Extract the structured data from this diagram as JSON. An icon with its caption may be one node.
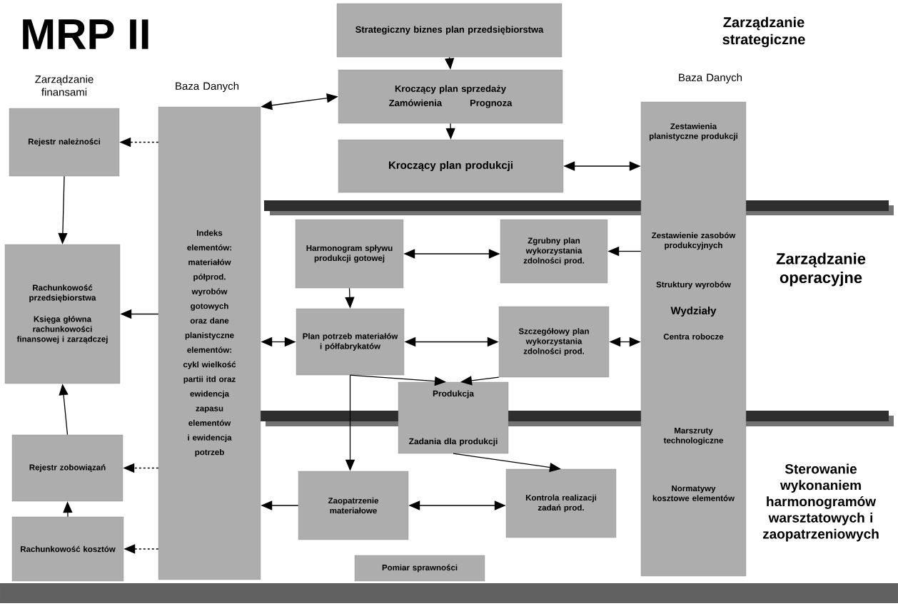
{
  "diagram": {
    "title": "MRP II",
    "nodes": [
      {
        "text": [
          "Strategiczny biznes plan przedsiębiorstwa"
        ]
      },
      {
        "text": [
          "Kroczący plan sprzedaży",
          "Zamówienia",
          "Prognoza"
        ]
      },
      {
        "text": [
          "Kroczący plan produkcji"
        ]
      },
      {
        "text": [
          "Rejestr należności"
        ]
      },
      {
        "text": [
          "Rachunkowość przedsiębiorstwa",
          "Księga główna rachunkowości finansowej i zarządczej"
        ]
      },
      {
        "text": [
          "Rejestr zobowiązań"
        ]
      },
      {
        "text": [
          "Rachunkowość kosztów"
        ]
      },
      {
        "text": [
          "Indeks elementów: materiałów półprod. wyrobów gotowych oraz dane planistyczne elementów: cykl wielkość partii itd oraz ewidencja zapasu elementów i ewidencja potrzeb"
        ]
      },
      {
        "text": [
          "Zestawienia planistyczne produkcji",
          "Zestawienie zasobów produkcyjnych",
          "Struktury wyrobów",
          "Wydziały",
          "Centra robocze",
          "Marszruty technologiczne",
          "Normatywy kosztowe elementów"
        ]
      },
      {
        "text": [
          "Harmonogram spływu produkcji gotowej"
        ]
      },
      {
        "text": [
          "Zgrubny plan wykorzystania zdolności prod."
        ]
      },
      {
        "text": [
          "Plan potrzeb materiałów i półfabrykatów"
        ]
      },
      {
        "text": [
          "Szczegółowy plan wykorzystania zdolności prod."
        ]
      },
      {
        "text": [
          "Produkcja",
          "Zadania dla produkcji"
        ]
      },
      {
        "text": [
          "Zaopatrzenie materiałowe"
        ]
      },
      {
        "text": [
          "Kontrola realizacji zadań prod."
        ]
      },
      {
        "text": [
          "Pomiar sprawności"
        ]
      }
    ],
    "edges": [
      {
        "from": 0,
        "to": 1,
        "arrow": "to"
      },
      {
        "from": 1,
        "to": 2,
        "arrow": "to"
      },
      {
        "from": 1,
        "to": 7,
        "arrow": "both"
      },
      {
        "from": 2,
        "to": 8,
        "arrow": "both"
      },
      {
        "from": 7,
        "to": 3,
        "arrow": "to",
        "style": "dashed"
      },
      {
        "from": 3,
        "to": 4,
        "arrow": "to"
      },
      {
        "from": 7,
        "to": 4,
        "arrow": "to"
      },
      {
        "from": 5,
        "to": 4,
        "arrow": "to"
      },
      {
        "from": 6,
        "to": 5,
        "arrow": "to"
      },
      {
        "from": 7,
        "to": 5,
        "arrow": "to",
        "style": "dashed"
      },
      {
        "from": 7,
        "to": 6,
        "arrow": "to",
        "style": "dashed"
      },
      {
        "from": 9,
        "to": 10,
        "arrow": "both"
      },
      {
        "from": 9,
        "to": 11,
        "arrow": "to"
      },
      {
        "from": 8,
        "to": 10,
        "arrow": "to"
      },
      {
        "from": 11,
        "to": 12,
        "arrow": "both"
      },
      {
        "from": 7,
        "to": 11,
        "arrow": "both"
      },
      {
        "from": 12,
        "to": 8,
        "arrow": "both"
      },
      {
        "from": 11,
        "to": 13,
        "arrow": "to"
      },
      {
        "from": 12,
        "to": 13,
        "arrow": "to"
      },
      {
        "from": 11,
        "to": 14,
        "arrow": "to"
      },
      {
        "from": 14,
        "to": 7,
        "arrow": "to"
      },
      {
        "from": 14,
        "to": 15,
        "arrow": "both"
      },
      {
        "from": 13,
        "to": 15,
        "arrow": "to"
      }
    ],
    "labels": [
      "Zarządzanie strategiczne",
      "Zarządzanie finansami",
      "Baza Danych",
      "Baza Danych",
      "Zarządzanie operacyjne",
      "Sterowanie wykonaniem harmonogramów warsztatowych i zaopatrzeniowych"
    ]
  }
}
